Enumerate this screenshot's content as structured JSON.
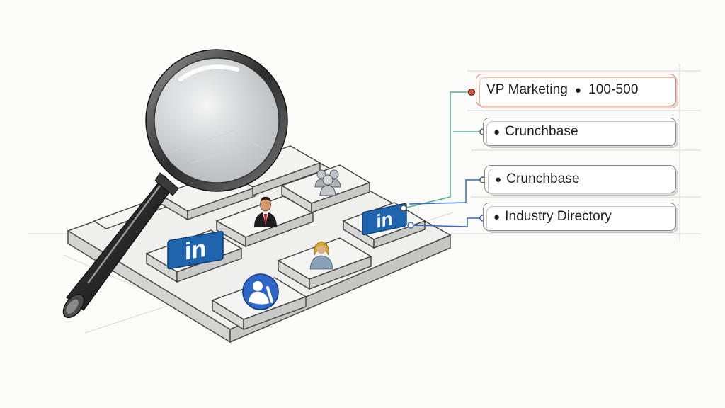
{
  "filters": [
    {
      "id": "role",
      "label": "VP Marketing",
      "extra": "100-500",
      "highlight": true
    },
    {
      "id": "source1",
      "label": "Crunchbase"
    },
    {
      "id": "source2",
      "label": "Crunchbase"
    },
    {
      "id": "source3",
      "label": "Industry Directory"
    }
  ],
  "icons": {
    "linkedin_text": "in",
    "linkedin_text_small": "in"
  },
  "colors": {
    "linkedin_blue": "#1f64ad",
    "connector_green": "#4fae89",
    "connector_blue": "#3d67b8",
    "connector_red": "#d0573d",
    "profile_blue": "#2f67c7"
  }
}
